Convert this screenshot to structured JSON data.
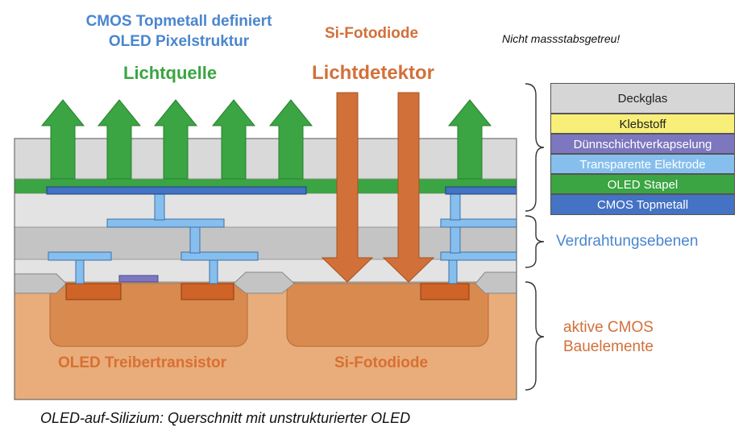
{
  "header": {
    "blue_title_line1": "CMOS Topmetall definiert",
    "blue_title_line2": "OLED Pixelstruktur",
    "source_label": "Lichtquelle",
    "photodiode_top": "Si-Fotodiode",
    "detector_label": "Lichtdetektor",
    "scale_note": "Nicht massstabsgetreu!"
  },
  "legend": [
    {
      "label": "Deckglas",
      "color": "#d6d6d6",
      "text_color": "#222222"
    },
    {
      "label": "Klebstoff",
      "color": "#f7ef77",
      "text_color": "#222222"
    },
    {
      "label": "Dünnschichtverkapselung",
      "color": "#7d77bf",
      "text_color": "#ffffff"
    },
    {
      "label": "Transparente Elektrode",
      "color": "#86bfee",
      "text_color": "#ffffff"
    },
    {
      "label": "OLED Stapel",
      "color": "#3aa542",
      "text_color": "#ffffff"
    },
    {
      "label": "CMOS Topmetall",
      "color": "#4472c4",
      "text_color": "#ffffff"
    }
  ],
  "side_labels": {
    "wiring": "Verdrahtungsebenen",
    "active_line1": "aktive CMOS",
    "active_line2": "Bauelemente"
  },
  "cross_section": {
    "transistor_label": "OLED Treibertransistor",
    "photodiode_label": "Si-Fotodiode"
  },
  "caption": "OLED-auf-Silizium: Querschnitt mit unstrukturierter OLED",
  "colors": {
    "green_arrow": "#3aa542",
    "orange_arrow": "#d2703a",
    "substrate": "#e8ad7a",
    "well": "#d98a4f",
    "contact": "#cf6328",
    "metal": "#86bfee",
    "top_metal": "#4472c4",
    "glass": "#d9d9d9",
    "oxide_dark": "#c4c4c4",
    "oxide_light": "#e3e3e3"
  }
}
